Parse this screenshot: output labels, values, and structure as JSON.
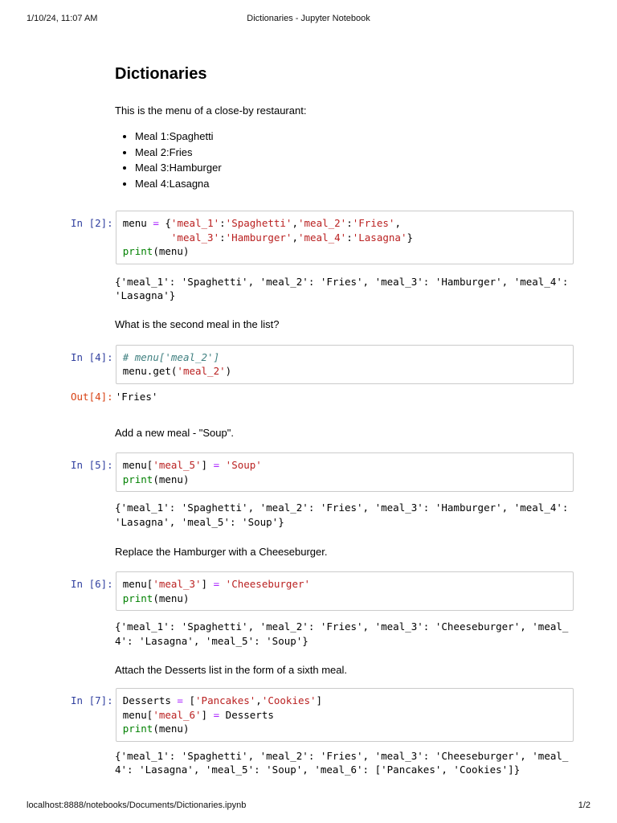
{
  "header": {
    "datetime": "1/10/24, 11:07 AM",
    "doc_title": "Dictionaries - Jupyter Notebook"
  },
  "footer": {
    "url": "localhost:8888/notebooks/Documents/Dictionaries.ipynb",
    "page_number": "1/2"
  },
  "colors": {
    "in_prompt": "#303F9F",
    "out_prompt": "#D84315",
    "string": "#BA2121",
    "operator": "#AA22FF",
    "builtin": "#008000",
    "comment": "#408080",
    "cell_border": "#cbcbcb"
  },
  "notebook": {
    "title": "Dictionaries",
    "intro": "This is the menu of a close-by restaurant:",
    "meals": [
      "Meal 1:Spaghetti",
      "Meal 2:Fries",
      "Meal 3:Hamburger",
      "Meal 4:Lasagna"
    ],
    "q2": "What is the second meal in the list?",
    "q5": "Add a new meal - \"Soup\".",
    "q6": "Replace the Hamburger with a Cheeseburger.",
    "q7": "Attach the Desserts list in the form of a sixth meal.",
    "in2": {
      "prompt": "In [2]:",
      "lines": [
        [
          {
            "t": "menu "
          },
          {
            "t": "=",
            "c": "op"
          },
          {
            "t": " {"
          },
          {
            "t": "'meal_1'",
            "c": "str"
          },
          {
            "t": ":"
          },
          {
            "t": "'Spaghetti'",
            "c": "str"
          },
          {
            "t": ","
          },
          {
            "t": "'meal_2'",
            "c": "str"
          },
          {
            "t": ":"
          },
          {
            "t": "'Fries'",
            "c": "str"
          },
          {
            "t": ","
          }
        ],
        [
          {
            "t": "        "
          },
          {
            "t": "'meal_3'",
            "c": "str"
          },
          {
            "t": ":"
          },
          {
            "t": "'Hamburger'",
            "c": "str"
          },
          {
            "t": ","
          },
          {
            "t": "'meal_4'",
            "c": "str"
          },
          {
            "t": ":"
          },
          {
            "t": "'Lasagna'",
            "c": "str"
          },
          {
            "t": "}"
          }
        ],
        [
          {
            "t": "print",
            "c": "bi"
          },
          {
            "t": "(menu)"
          }
        ]
      ],
      "output": "{'meal_1': 'Spaghetti', 'meal_2': 'Fries', 'meal_3': 'Hamburger', 'meal_4':\n'Lasagna'}"
    },
    "in4": {
      "prompt": "In [4]:",
      "lines": [
        [
          {
            "t": "# menu['meal_2']",
            "c": "cm"
          }
        ],
        [
          {
            "t": "menu.get("
          },
          {
            "t": "'meal_2'",
            "c": "str"
          },
          {
            "t": ")"
          }
        ]
      ],
      "out_prompt": "Out[4]:",
      "out_value": "'Fries'"
    },
    "in5": {
      "prompt": "In [5]:",
      "lines": [
        [
          {
            "t": "menu["
          },
          {
            "t": "'meal_5'",
            "c": "str"
          },
          {
            "t": "] "
          },
          {
            "t": "=",
            "c": "op"
          },
          {
            "t": " "
          },
          {
            "t": "'Soup'",
            "c": "str"
          }
        ],
        [
          {
            "t": "print",
            "c": "bi"
          },
          {
            "t": "(menu)"
          }
        ]
      ],
      "output": "{'meal_1': 'Spaghetti', 'meal_2': 'Fries', 'meal_3': 'Hamburger', 'meal_4':\n'Lasagna', 'meal_5': 'Soup'}"
    },
    "in6": {
      "prompt": "In [6]:",
      "lines": [
        [
          {
            "t": "menu["
          },
          {
            "t": "'meal_3'",
            "c": "str"
          },
          {
            "t": "] "
          },
          {
            "t": "=",
            "c": "op"
          },
          {
            "t": " "
          },
          {
            "t": "'Cheeseburger'",
            "c": "str"
          }
        ],
        [
          {
            "t": "print",
            "c": "bi"
          },
          {
            "t": "(menu)"
          }
        ]
      ],
      "output": "{'meal_1': 'Spaghetti', 'meal_2': 'Fries', 'meal_3': 'Cheeseburger', 'meal_\n4': 'Lasagna', 'meal_5': 'Soup'}"
    },
    "in7": {
      "prompt": "In [7]:",
      "lines": [
        [
          {
            "t": "Desserts "
          },
          {
            "t": "=",
            "c": "op"
          },
          {
            "t": " ["
          },
          {
            "t": "'Pancakes'",
            "c": "str"
          },
          {
            "t": ","
          },
          {
            "t": "'Cookies'",
            "c": "str"
          },
          {
            "t": "]"
          }
        ],
        [
          {
            "t": "menu["
          },
          {
            "t": "'meal_6'",
            "c": "str"
          },
          {
            "t": "] "
          },
          {
            "t": "=",
            "c": "op"
          },
          {
            "t": " Desserts"
          }
        ],
        [
          {
            "t": "print",
            "c": "bi"
          },
          {
            "t": "(menu)"
          }
        ]
      ],
      "output": "{'meal_1': 'Spaghetti', 'meal_2': 'Fries', 'meal_3': 'Cheeseburger', 'meal_\n4': 'Lasagna', 'meal_5': 'Soup', 'meal_6': ['Pancakes', 'Cookies']}"
    }
  }
}
